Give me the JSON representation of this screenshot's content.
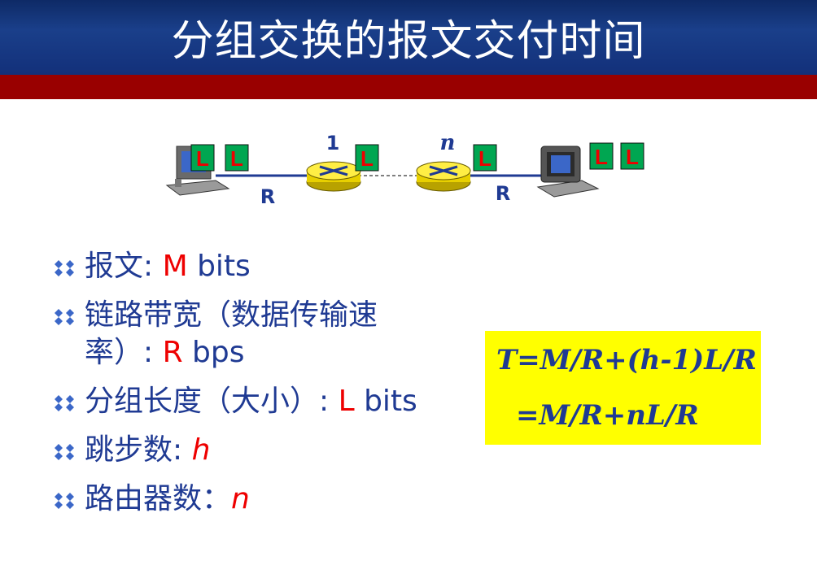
{
  "title": "分组交换的报文交付时间",
  "diagram": {
    "hop_first": "1",
    "hop_last": "n",
    "packet": "L",
    "link_rate": "R"
  },
  "bullets": [
    {
      "label": "报文: ",
      "value": "M",
      "suffix": " bits"
    },
    {
      "label": "链路带宽（数据传输速率）: ",
      "value": "R",
      "suffix": " bps"
    },
    {
      "label": "分组长度（大小）: ",
      "value": "L",
      "suffix": " bits"
    },
    {
      "label": "跳步数: ",
      "value": "h",
      "suffix": ""
    },
    {
      "label": "路由器数：",
      "value": "n",
      "suffix": ""
    }
  ],
  "formula": {
    "line1": "T=M/R+(h-1)L/R",
    "line2": "=M/R+nL/R"
  },
  "colors": {
    "title_bg": "#13307a",
    "band": "#990000",
    "text_blue": "#1f3a93",
    "accent_red": "#ee0000",
    "formula_bg": "#ffff00",
    "packet_green": "#00a651"
  }
}
